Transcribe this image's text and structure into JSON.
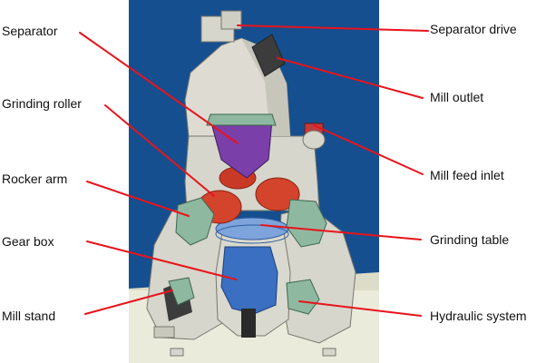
{
  "colors": {
    "background": "#ffffff",
    "backdrop_blue": "#154f8f",
    "floor": "#ebebdc",
    "leader_line": "#e8141c",
    "label_text": "#111111",
    "housing": "#d6d6cc",
    "separator_purple": "#7a3fa8",
    "roller_red": "#d4432c",
    "gearbox_blue": "#3a6fc2",
    "rocker_green": "#8fb8a0"
  },
  "labels": {
    "separator": "Separator",
    "grinding_roller": "Grinding roller",
    "rocker_arm": "Rocker arm",
    "gear_box": "Gear box",
    "mill_stand": "Mill stand",
    "separator_drive": "Separator drive",
    "mill_outlet": "Mill outlet",
    "mill_feed_inlet": "Mill feed inlet",
    "grinding_table": "Grinding table",
    "hydraulic_system": "Hydraulic system"
  }
}
